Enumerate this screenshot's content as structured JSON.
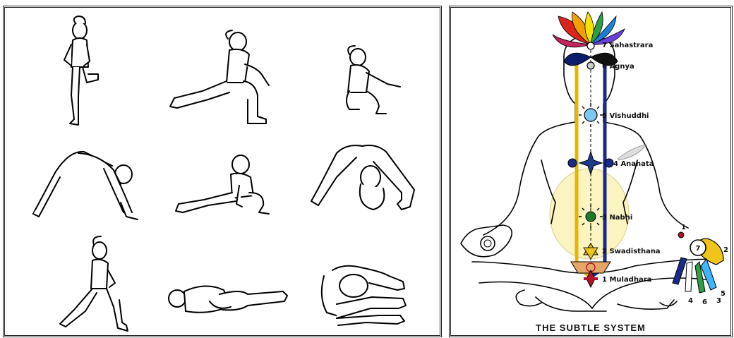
{
  "subtle_system": {
    "title": "THE SUBTLE SYSTEM",
    "chakras": [
      {
        "label": "7 Sahastrara",
        "color": "#ffffff"
      },
      {
        "label": "6 Agnya",
        "color": "#cccccc"
      },
      {
        "label": "5 Vishuddhi",
        "color": "#7ec8f0"
      },
      {
        "label": "4 Anahata",
        "color": "#1e3a8a"
      },
      {
        "label": "3 Nabhi",
        "color": "#1f7a2e"
      },
      {
        "label": "2 Swadisthana",
        "color": "#f0c419"
      },
      {
        "label": "1 Muladhara",
        "color": "#b3122a"
      }
    ],
    "finger_numbers": {
      "n1": "1",
      "n2": "2",
      "n3": "3",
      "n4": "4",
      "n5": "5",
      "n6": "6",
      "palm_circle": "7"
    },
    "channel_colors": {
      "left": "#e8b400",
      "right": "#1a2a8a",
      "center": "#ffffff"
    },
    "lotus_colors": [
      "#d9261c",
      "#f29f05",
      "#f2e205",
      "#2f9e44",
      "#1c7ed6",
      "#6741d9",
      "#c2255c"
    ],
    "halo_color": "#fbf3c0"
  }
}
